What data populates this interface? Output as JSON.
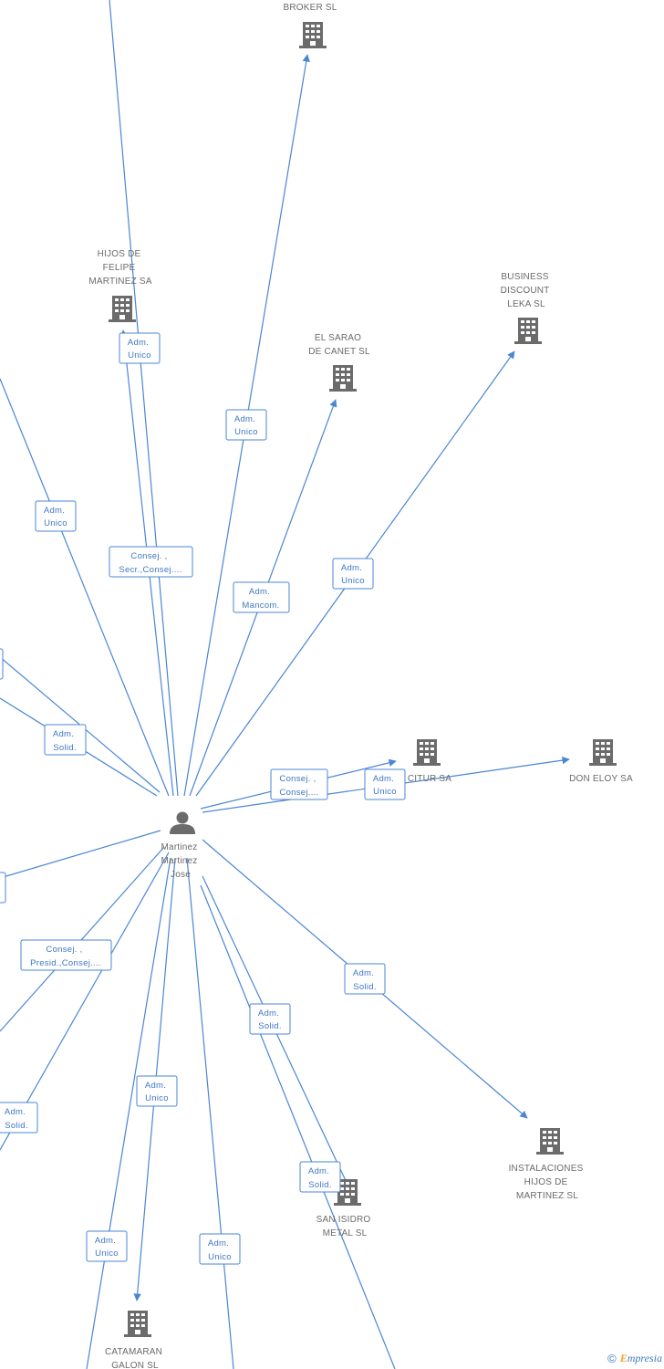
{
  "center": {
    "lines": [
      "Martinez",
      "Martinez",
      "Jose"
    ],
    "icon": "person-icon"
  },
  "companies": [
    {
      "id": "broker",
      "lines": [
        "BROKER SL"
      ],
      "icon": "building-icon"
    },
    {
      "id": "hijos-felipe",
      "lines": [
        "HIJOS DE",
        "FELIPE",
        "MARTINEZ SA"
      ],
      "icon": "building-icon"
    },
    {
      "id": "business-discount",
      "lines": [
        "BUSINESS",
        "DISCOUNT",
        "LEKA SL"
      ],
      "icon": "building-icon"
    },
    {
      "id": "el-sarao",
      "lines": [
        "EL SARAO",
        "DE CANET SL"
      ],
      "icon": "building-icon"
    },
    {
      "id": "citur",
      "lines": [
        "CITUR SA"
      ],
      "icon": "building-icon"
    },
    {
      "id": "don-eloy",
      "lines": [
        "DON ELOY SA"
      ],
      "icon": "building-icon"
    },
    {
      "id": "instalaciones",
      "lines": [
        "INSTALACIONES",
        "HIJOS DE",
        "MARTINEZ SL"
      ],
      "icon": "building-icon"
    },
    {
      "id": "san-isidro",
      "lines": [
        "SAN ISIDRO",
        "METAL SL"
      ],
      "icon": "building-icon"
    },
    {
      "id": "catamaran",
      "lines": [
        "CATAMARAN",
        "GALON SL"
      ],
      "icon": "building-icon"
    }
  ],
  "roles": [
    {
      "id": "r-hijos",
      "lines": [
        "Adm.",
        "Unico"
      ]
    },
    {
      "id": "r-broker",
      "lines": [
        "Adm.",
        "Unico"
      ]
    },
    {
      "id": "r-left-top",
      "lines": [
        "Adm.",
        "Unico"
      ]
    },
    {
      "id": "r-consej-secr",
      "lines": [
        "Consej. ,",
        "Secr.,Consej...."
      ]
    },
    {
      "id": "r-sarao",
      "lines": [
        "Adm.",
        "Mancom."
      ]
    },
    {
      "id": "r-business",
      "lines": [
        "Adm.",
        "Unico"
      ]
    },
    {
      "id": "r-left-solid",
      "lines": [
        "Adm.",
        "Solid."
      ]
    },
    {
      "id": "r-citur",
      "lines": [
        "Consej. ,",
        "Consej...."
      ]
    },
    {
      "id": "r-doneloy",
      "lines": [
        "Adm.",
        "Unico"
      ]
    },
    {
      "id": "r-consej-presid",
      "lines": [
        "Consej. ,",
        "Presid.,Consej...."
      ]
    },
    {
      "id": "r-instal",
      "lines": [
        "Adm.",
        "Solid."
      ]
    },
    {
      "id": "r-sanisidro-1",
      "lines": [
        "Adm.",
        "Solid."
      ]
    },
    {
      "id": "r-catamaran",
      "lines": [
        "Adm.",
        "Unico"
      ]
    },
    {
      "id": "r-left-bottom-solid",
      "lines": [
        "Adm.",
        "Solid."
      ]
    },
    {
      "id": "r-sanisidro-2",
      "lines": [
        "Adm.",
        "Solid."
      ]
    },
    {
      "id": "r-bottom-left",
      "lines": [
        "Adm.",
        "Unico"
      ]
    },
    {
      "id": "r-bottom-mid",
      "lines": [
        "Adm.",
        "Unico"
      ]
    }
  ],
  "footer": {
    "copyright": "©",
    "brand_first": "E",
    "brand_rest": "mpresia"
  }
}
